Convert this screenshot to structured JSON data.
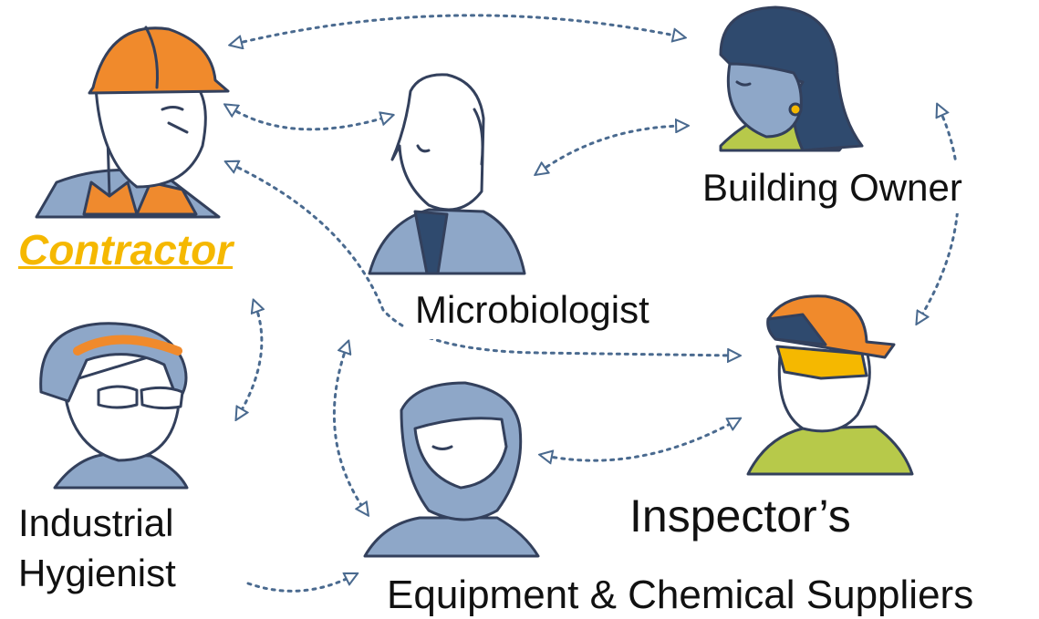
{
  "roles": [
    {
      "id": "contractor",
      "label": "Contractor",
      "color": "#f5b800"
    },
    {
      "id": "building-owner",
      "label": "Building Owner"
    },
    {
      "id": "microbiologist",
      "label": "Microbiologist"
    },
    {
      "id": "industrial-hygienist",
      "label_line1": "Industrial",
      "label_line2": "Hygienist"
    },
    {
      "id": "inspector",
      "label": "Inspector’s"
    },
    {
      "id": "suppliers",
      "label": "Equipment & Chemical Suppliers"
    }
  ],
  "palette": {
    "skin": "#ffffff",
    "line": "#33405c",
    "blue_fill": "#8ea7c8",
    "dark_blue": "#2f4a6e",
    "orange": "#f08a2c",
    "vest_orange": "#ef8a2e",
    "yellow_green": "#b7c94a",
    "hat_yellow": "#f5b800"
  },
  "connector_color": "#4a6a8f"
}
